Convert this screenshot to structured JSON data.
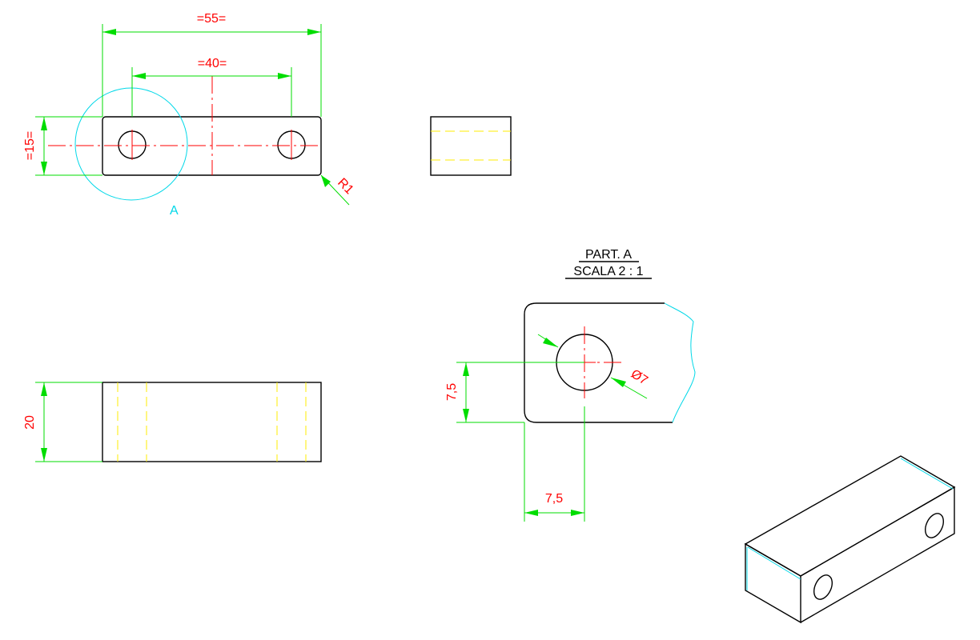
{
  "dimensions": {
    "top_length": "=55=",
    "hole_spacing": "=40=",
    "top_height": "=15=",
    "corner_radius": "R1",
    "front_height": "20",
    "detail_vertical": "7,5",
    "detail_horizontal": "7,5",
    "hole_diameter": "Ø7"
  },
  "labels": {
    "detail_marker": "A",
    "detail_title": "PART. A",
    "detail_scale": "SCALA 2 : 1"
  },
  "colors": {
    "object": "#000000",
    "dimension": "#00dd00",
    "dimension_text": "#ff0000",
    "centerline": "#ff0000",
    "hidden_line": "#ffee00",
    "detail_outline": "#00d8e8"
  }
}
